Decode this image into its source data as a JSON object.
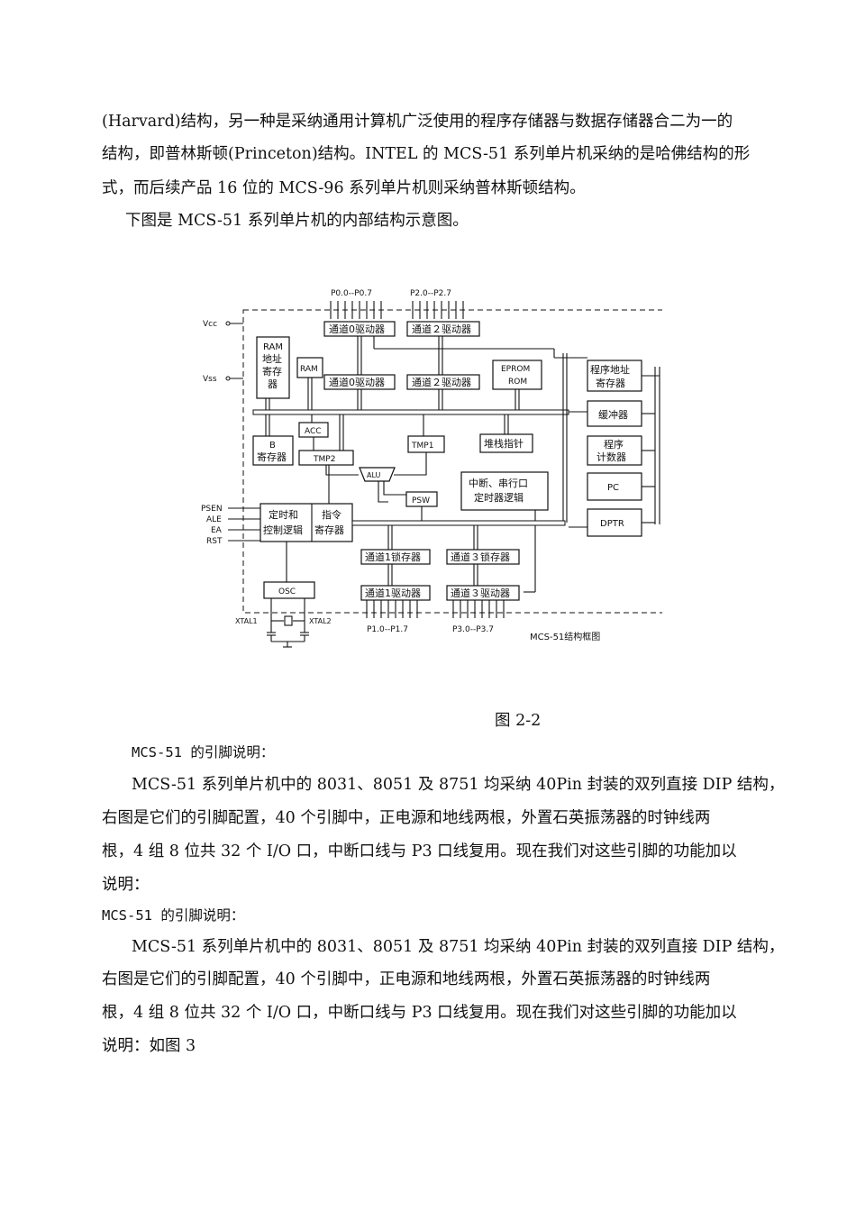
{
  "paragraphs": {
    "p1_line1": "(Harvard)结构，另一种是采纳通用计算机广泛使用的程序存储器与数据存储器合二为一的",
    "p1_line2": "结构，即普林斯顿(Princeton)结构。INTEL 的 MCS-51 系列单片机采纳的是哈佛结构的形",
    "p1_line3": "式，而后续产品 16 位的 MCS-96 系列单片机则采纳普林斯顿结构。",
    "p2": "下图是 MCS-51 系列单片机的内部结构示意图。",
    "caption": "图 2-2",
    "h1": "MCS-51 的引脚说明：",
    "p3_line1": "MCS-51 系列单片机中的 8031、8051 及 8751 均采纳 40Pin 封装的双列直接 DIP 结构，",
    "p3_line2": "右图是它们的引脚配置，40 个引脚中，正电源和地线两根，外置石英振荡器的时钟线两",
    "p3_line3": "根，4 组 8 位共 32 个 I/O 口，中断口线与 P3 口线复用。现在我们对这些引脚的功能加以",
    "p3_line4": "说明：",
    "h2": "MCS-51 的引脚说明：",
    "p4_line1": "MCS-51 系列单片机中的 8031、8051 及 8751 均采纳 40Pin 封装的双列直接 DIP 结构，",
    "p4_line2": "右图是它们的引脚配置，40 个引脚中，正电源和地线两根，外置石英振荡器的时钟线两",
    "p4_line3": "根，4 组 8 位共 32 个 I/O 口，中断口线与 P3 口线复用。现在我们对这些引脚的功能加以",
    "p4_line4": "说明：如图 3"
  },
  "diagram": {
    "p0_label": "P0.0--P0.7",
    "p2_label": "P2.0--P2.7",
    "p1_label": "P1.0--P1.7",
    "p3_label": "P3.0--P3.7",
    "vcc": "Vcc",
    "vss": "Vss",
    "ch0_drv_top": "通道0驱动器",
    "ch2_drv_top": "通道２驱动器",
    "ch0_drv": "通道0驱动器",
    "ch2_drv": "通道２驱动器",
    "ram_addr_1": "RAM",
    "ram_addr_2": "地址",
    "ram_addr_3": "寄存",
    "ram_addr_4": "器",
    "ram": "RAM",
    "eprom_1": "EPROM",
    "eprom_2": "ROM",
    "pc_addr_1": "程序地址",
    "pc_addr_2": "寄存器",
    "buffer": "缓冲器",
    "pc_counter_1": "程序",
    "pc_counter_2": "计数器",
    "pc": "PC",
    "dptr": "DPTR",
    "acc": "ACC",
    "b_reg_1": "B",
    "b_reg_2": "寄存器",
    "tmp2": "TMP2",
    "tmp1": "TMP1",
    "alu": "ALU",
    "psw": "PSW",
    "sp": "堆栈指针",
    "int_1": "中断、串行口",
    "int_2": "定时器逻辑",
    "timing_1": "定时和",
    "timing_2": "控制逻辑",
    "ir_1": "指令",
    "ir_2": "寄存器",
    "psen": "PSEN",
    "ale": "ALE",
    "ea": "EA",
    "rst": "RST",
    "osc": "OSC",
    "ch1_latch": "通道1锁存器",
    "ch3_latch": "通道３锁存器",
    "ch1_drv": "通道1驱动器",
    "ch3_drv": "通道３驱动器",
    "xtal1": "XTAL1",
    "xtal2": "XTAL2",
    "title": "MCS-51结构框图"
  }
}
